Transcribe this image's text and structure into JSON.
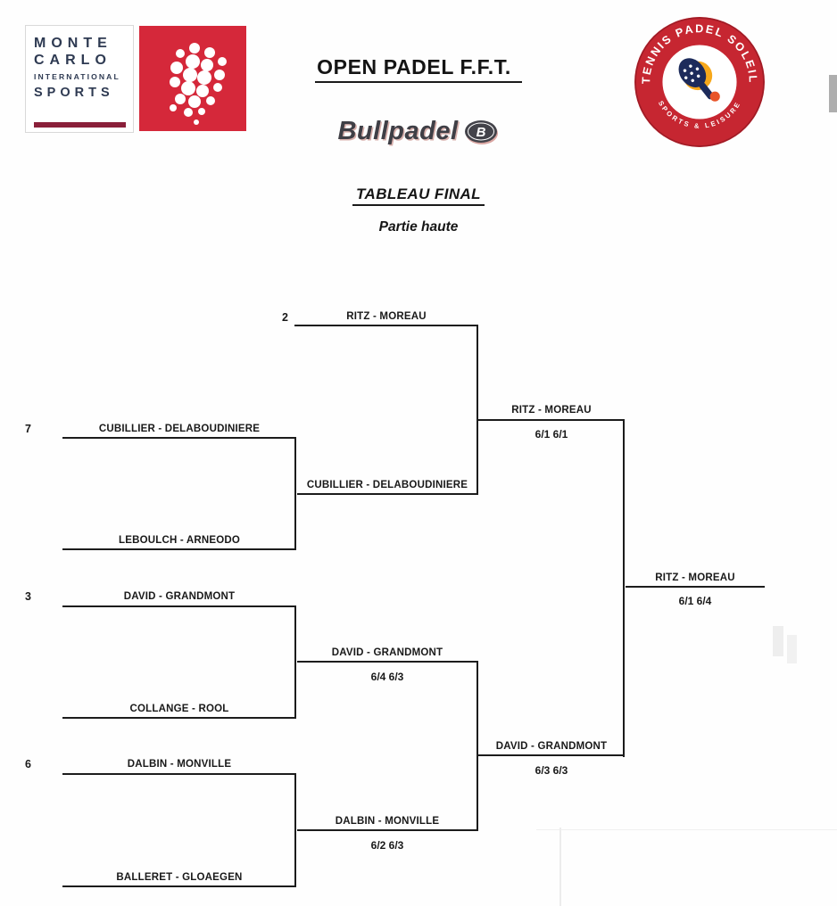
{
  "header": {
    "title": "OPEN PADEL F.F.T.",
    "subtitle": "TABLEAU FINAL",
    "section": "Partie haute"
  },
  "logos": {
    "monte_carlo": {
      "line1": "MONTE",
      "line2": "CARLO",
      "line3": "INTERNATIONAL",
      "line4": "SPORTS"
    },
    "bullpadel": {
      "wordmark": "Bullpadel",
      "emblem": "B"
    },
    "tps": {
      "top": "TENNIS PADEL SOLEIL",
      "bottom": "SPORTS & LEISURE"
    }
  },
  "bracket": {
    "slots": [
      {
        "seed": "2",
        "team": "RITZ - MOREAU"
      },
      {
        "seed": "7",
        "team": "CUBILLIER - DELABOUDINIERE"
      },
      {
        "seed": "",
        "team": "LEBOULCH - ARNEODO"
      },
      {
        "seed": "3",
        "team": "DAVID - GRANDMONT"
      },
      {
        "seed": "",
        "team": "COLLANGE - ROOL"
      },
      {
        "seed": "6",
        "team": "DALBIN - MONVILLE"
      },
      {
        "seed": "",
        "team": "BALLERET - GLOAEGEN"
      }
    ],
    "round2": [
      {
        "team": "CUBILLIER - DELABOUDINIERE",
        "score": ""
      },
      {
        "team": "DAVID - GRANDMONT",
        "score": "6/4 6/3"
      },
      {
        "team": "DALBIN - MONVILLE",
        "score": "6/2 6/3"
      }
    ],
    "semifinals": [
      {
        "team": "RITZ - MOREAU",
        "score": "6/1 6/1"
      },
      {
        "team": "DAVID - GRANDMONT",
        "score": "6/3 6/3"
      }
    ],
    "final": {
      "team": "RITZ - MOREAU",
      "score": "6/1 6/4"
    }
  },
  "colors": {
    "brand_red": "#d5283a",
    "maroon": "#8a1f3a",
    "navy": "#2e3a52",
    "line": "#1c1c1c"
  }
}
